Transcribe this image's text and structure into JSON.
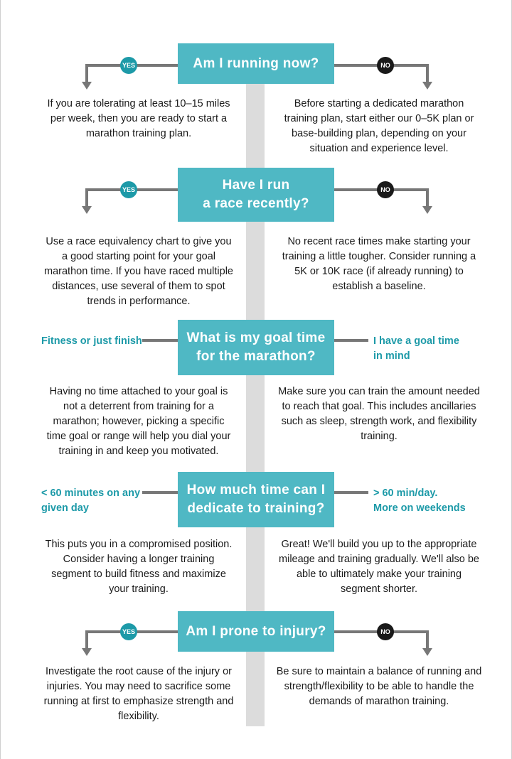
{
  "steps": [
    {
      "question": "Am I running now?",
      "left_label": "YES",
      "right_label": "NO",
      "left_text": "If you are tolerating at least 10–15 miles per week, then you are ready to start a marathon training plan.",
      "right_text": "Before starting a dedicated marathon training plan, start either our 0–5K plan or base-building plan, depending on your situation and experience level."
    },
    {
      "question": "Have I run\na race recently?",
      "left_label": "YES",
      "right_label": "NO",
      "left_text": "Use a race equivalency chart to give you a good starting point for your goal marathon time. If you have raced multiple distances, use several of them to spot trends in performance.",
      "right_text": "No recent race times make starting your training a little tougher. Consider running a 5K or 10K race (if already running) to establish a baseline."
    },
    {
      "question": "What is my goal time\nfor the marathon?",
      "left_label": "Fitness or just finish",
      "right_label": "I have a goal time\nin mind",
      "left_text": "Having no time attached to your goal is not a deterrent from training for a marathon; however, picking a specific time goal or range will help you dial your training in and keep you motivated.",
      "right_text": "Make sure you can train the amount needed to reach that goal. This includes ancillaries such as sleep, strength work, and flexibility training."
    },
    {
      "question": "How much time can I\ndedicate to training?",
      "left_label": "< 60 minutes on any\ngiven day",
      "right_label": "> 60 min/day.\nMore on weekends",
      "left_text": "This puts you in a compromised position. Consider having a longer training segment to build fitness and maximize your training.",
      "right_text": "Great! We'll build you up to the appropriate mileage and training gradually. We'll also be able to ultimately make your training segment shorter."
    },
    {
      "question": "Am I prone to injury?",
      "left_label": "YES",
      "right_label": "NO",
      "left_text": "Investigate the root cause of the injury or injuries. You may need to sacrifice some running at first to emphasize strength and flexibility.",
      "right_text": "Be sure to maintain a balance of running and strength/flexibility to be able to handle the demands of marathon training."
    }
  ],
  "colors": {
    "question_box": "#4fb8c4",
    "accent_text": "#1d9aa8",
    "connector": "#777777",
    "spine": "#dcdcdc",
    "no_badge": "#1a1a1a"
  }
}
